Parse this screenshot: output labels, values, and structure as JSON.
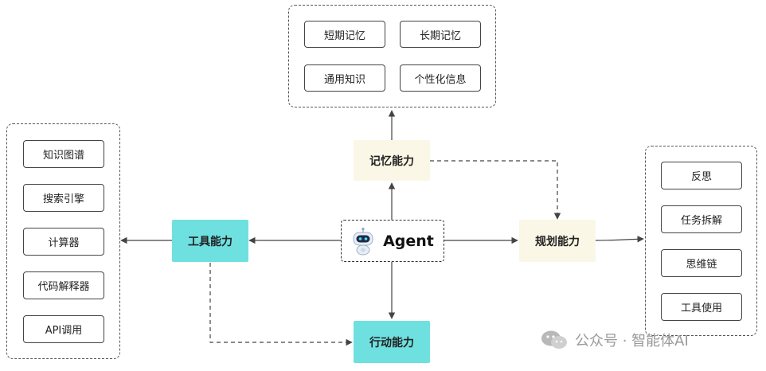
{
  "agent": {
    "label": "Agent",
    "icon": "robot-icon"
  },
  "capabilities": {
    "memory": "记忆能力",
    "tool": "工具能力",
    "planning": "规划能力",
    "action": "行动能力"
  },
  "memory_items": [
    "短期记忆",
    "长期记忆",
    "通用知识",
    "个性化信息"
  ],
  "tool_items": [
    "知识图谱",
    "搜索引擎",
    "计算器",
    "代码解释器",
    "API调用"
  ],
  "planning_items": [
    "反思",
    "任务拆解",
    "思维链",
    "工具使用"
  ],
  "watermark": {
    "text": "公众号 · 智能体AI",
    "icon": "wechat-icon"
  },
  "colors": {
    "tool_action_fill": "#6fe0e0",
    "memory_planning_fill": "#fbf7e6",
    "edge": "#444444"
  }
}
